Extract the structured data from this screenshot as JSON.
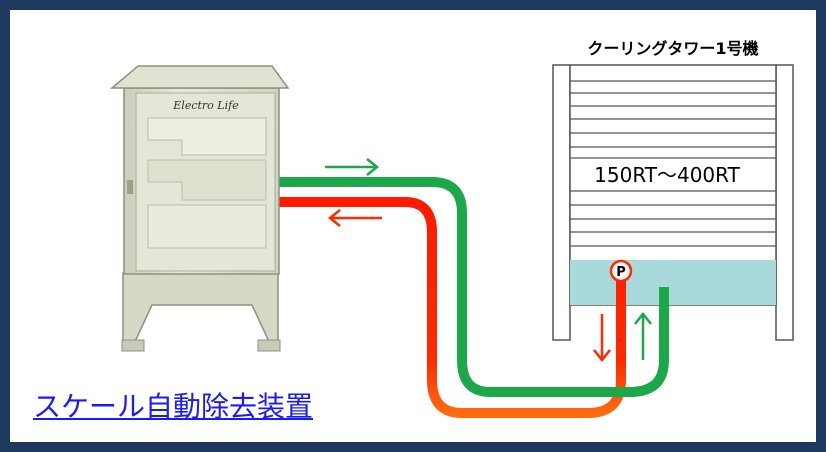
{
  "diagram": {
    "device": {
      "brand_text": "Electro Life",
      "caption": "スケール自動除去装置"
    },
    "tower": {
      "title": "クーリングタワー1号機",
      "capacity": "150RT～400RT",
      "water_color": "#a9dadb"
    },
    "pump": {
      "letter": "P"
    },
    "pipes": {
      "supply_color": "#1aa84a",
      "return_color": "#ff2a00"
    },
    "frame_color": "#1f3a5f"
  }
}
